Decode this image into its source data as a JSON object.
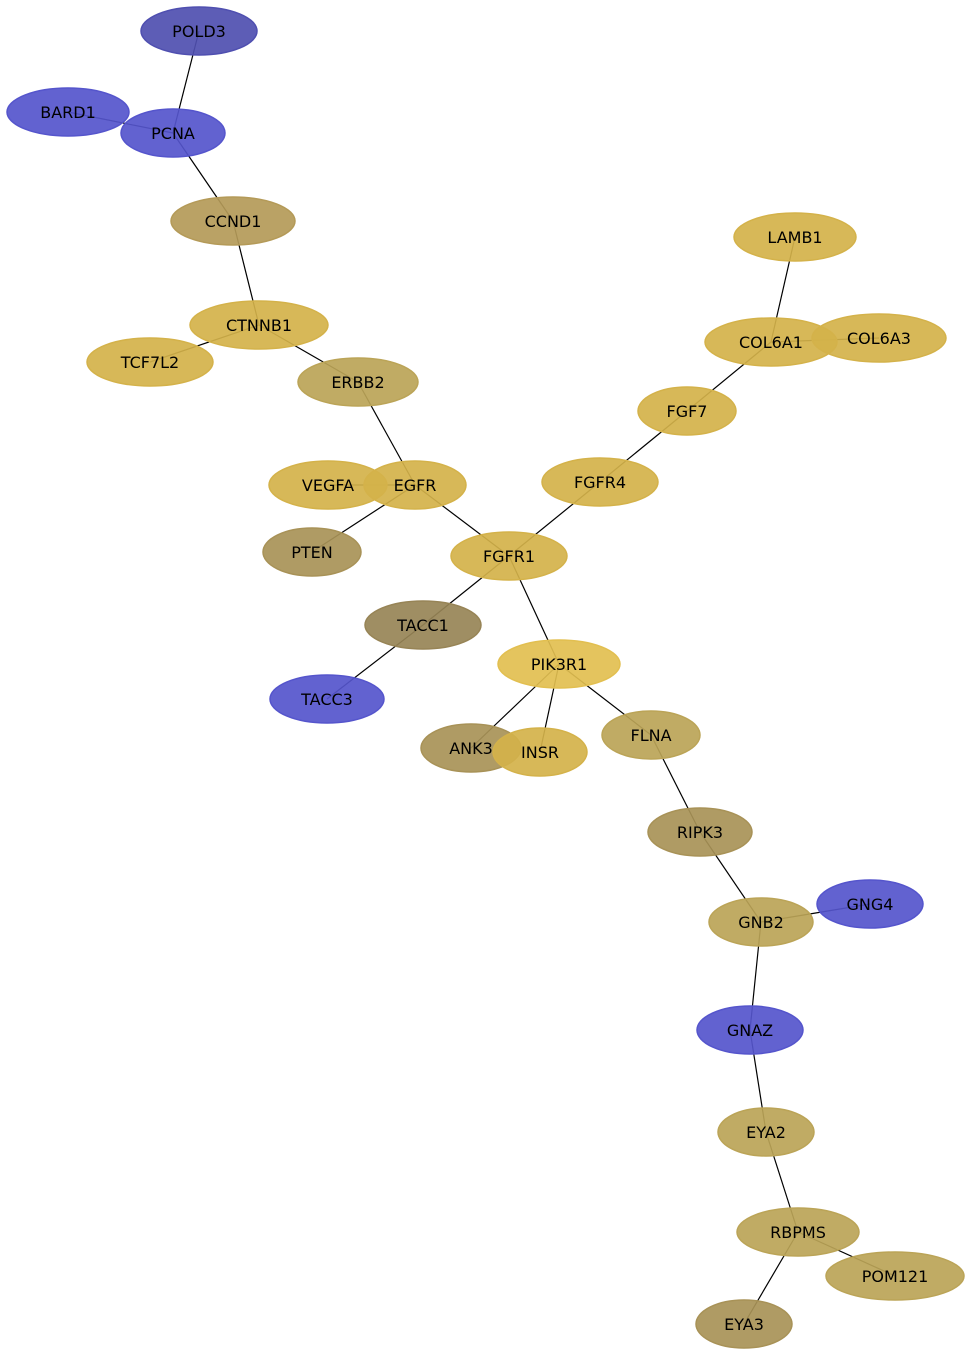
{
  "colors": {
    "blue": "#5555cc",
    "blue_dark": "#4f4fb0",
    "gold": "#d4b24a",
    "gold_light": "#e2bf50",
    "tan": "#bba457",
    "olive": "#a89257",
    "olive_dark": "#978456",
    "bronze": "#b49a58"
  },
  "nodes": [
    {
      "id": "POLD3",
      "label": "POLD3",
      "color": "blue_dark"
    },
    {
      "id": "BARD1",
      "label": "BARD1",
      "color": "blue"
    },
    {
      "id": "PCNA",
      "label": "PCNA",
      "color": "blue"
    },
    {
      "id": "CCND1",
      "label": "CCND1",
      "color": "bronze"
    },
    {
      "id": "CTNNB1",
      "label": "CTNNB1",
      "color": "gold"
    },
    {
      "id": "TCF7L2",
      "label": "TCF7L2",
      "color": "gold"
    },
    {
      "id": "ERBB2",
      "label": "ERBB2",
      "color": "tan"
    },
    {
      "id": "VEGFA",
      "label": "VEGFA",
      "color": "gold"
    },
    {
      "id": "EGFR",
      "label": "EGFR",
      "color": "gold"
    },
    {
      "id": "PTEN",
      "label": "PTEN",
      "color": "olive"
    },
    {
      "id": "LAMB1",
      "label": "LAMB1",
      "color": "gold"
    },
    {
      "id": "COL6A1",
      "label": "COL6A1",
      "color": "gold"
    },
    {
      "id": "COL6A3",
      "label": "COL6A3",
      "color": "gold"
    },
    {
      "id": "FGF7",
      "label": "FGF7",
      "color": "gold"
    },
    {
      "id": "FGFR4",
      "label": "FGFR4",
      "color": "gold"
    },
    {
      "id": "FGFR1",
      "label": "FGFR1",
      "color": "gold"
    },
    {
      "id": "TACC1",
      "label": "TACC1",
      "color": "olive_dark"
    },
    {
      "id": "TACC3",
      "label": "TACC3",
      "color": "blue"
    },
    {
      "id": "PIK3R1",
      "label": "PIK3R1",
      "color": "gold_light"
    },
    {
      "id": "ANK3",
      "label": "ANK3",
      "color": "olive"
    },
    {
      "id": "INSR",
      "label": "INSR",
      "color": "gold"
    },
    {
      "id": "FLNA",
      "label": "FLNA",
      "color": "tan"
    },
    {
      "id": "RIPK3",
      "label": "RIPK3",
      "color": "olive"
    },
    {
      "id": "GNB2",
      "label": "GNB2",
      "color": "tan"
    },
    {
      "id": "GNG4",
      "label": "GNG4",
      "color": "blue"
    },
    {
      "id": "GNAZ",
      "label": "GNAZ",
      "color": "blue"
    },
    {
      "id": "EYA2",
      "label": "EYA2",
      "color": "tan"
    },
    {
      "id": "RBPMS",
      "label": "RBPMS",
      "color": "tan"
    },
    {
      "id": "POM121",
      "label": "POM121",
      "color": "tan"
    },
    {
      "id": "EYA3",
      "label": "EYA3",
      "color": "olive"
    }
  ],
  "edges": [
    [
      "POLD3",
      "PCNA"
    ],
    [
      "BARD1",
      "PCNA"
    ],
    [
      "PCNA",
      "CCND1"
    ],
    [
      "CCND1",
      "CTNNB1"
    ],
    [
      "CTNNB1",
      "TCF7L2"
    ],
    [
      "CTNNB1",
      "ERBB2"
    ],
    [
      "ERBB2",
      "EGFR"
    ],
    [
      "VEGFA",
      "EGFR"
    ],
    [
      "EGFR",
      "PTEN"
    ],
    [
      "EGFR",
      "FGFR1"
    ],
    [
      "LAMB1",
      "COL6A1"
    ],
    [
      "COL6A1",
      "COL6A3"
    ],
    [
      "COL6A1",
      "FGF7"
    ],
    [
      "FGF7",
      "FGFR4"
    ],
    [
      "FGFR4",
      "FGFR1"
    ],
    [
      "FGFR1",
      "TACC1"
    ],
    [
      "TACC1",
      "TACC3"
    ],
    [
      "FGFR1",
      "PIK3R1"
    ],
    [
      "PIK3R1",
      "ANK3"
    ],
    [
      "PIK3R1",
      "INSR"
    ],
    [
      "PIK3R1",
      "FLNA"
    ],
    [
      "FLNA",
      "RIPK3"
    ],
    [
      "RIPK3",
      "GNB2"
    ],
    [
      "GNB2",
      "GNG4"
    ],
    [
      "GNB2",
      "GNAZ"
    ],
    [
      "GNAZ",
      "EYA2"
    ],
    [
      "EYA2",
      "RBPMS"
    ],
    [
      "RBPMS",
      "POM121"
    ],
    [
      "RBPMS",
      "EYA3"
    ]
  ]
}
